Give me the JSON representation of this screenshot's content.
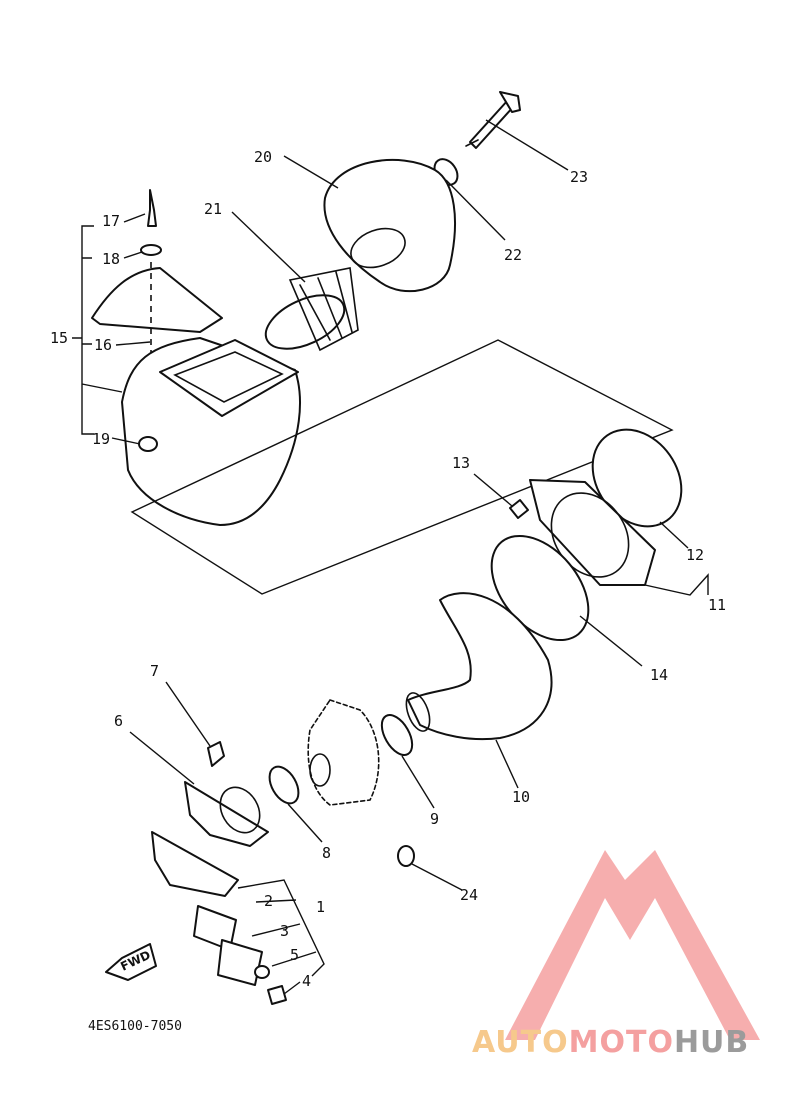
{
  "diagram": {
    "callouts": [
      "1",
      "2",
      "3",
      "4",
      "5",
      "6",
      "7",
      "8",
      "9",
      "10",
      "11",
      "12",
      "13",
      "14",
      "15",
      "16",
      "17",
      "18",
      "19",
      "20",
      "21",
      "22",
      "23",
      "24"
    ],
    "part_code": "4ES6100-7050",
    "fwd_label": "FWD"
  },
  "watermark": {
    "part_auto": "AUTO",
    "part_moto": "MOTO",
    "part_hub": "HUB",
    "colors": {
      "auto": "#f6c98c",
      "moto": "#f4a0a0",
      "hub": "#9b9b9b",
      "triangle": "#f4a0a0"
    }
  }
}
